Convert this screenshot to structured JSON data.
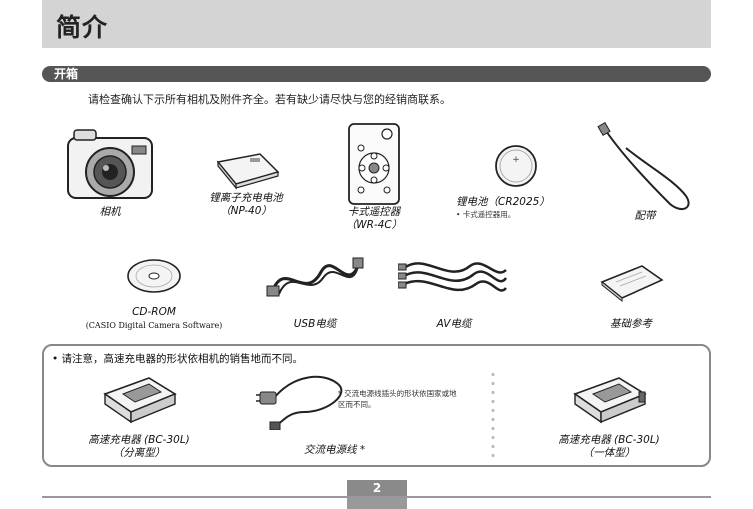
{
  "header": {
    "title": "简介"
  },
  "section": {
    "title": "开箱"
  },
  "intro": "请检查确认下示所有相机及附件齐全。若有缺少请尽快与您的经销商联系。",
  "items": [
    {
      "line1": "相机",
      "line2": ""
    },
    {
      "line1": "锂离子充电电池",
      "line2": "（NP-40）"
    },
    {
      "line1": "卡式遥控器",
      "line2": "（WR-4C）"
    },
    {
      "line1": "锂电池（CR2025）",
      "note": "• 卡式遥控器用。"
    },
    {
      "line1": "配带",
      "line2": ""
    },
    {
      "line1": "CD-ROM",
      "line2": "(CASIO Digital Camera Software)"
    },
    {
      "line1": "USB电缆",
      "line2": ""
    },
    {
      "line1": "AV电缆",
      "line2": ""
    },
    {
      "line1": "基础参考",
      "line2": ""
    }
  ],
  "charger_box": {
    "note": "• 请注意，高速充电器的形状依相机的销售地而不同。",
    "charger_a": {
      "line1": "高速充电器 (BC-30L)",
      "line2": "（分离型）"
    },
    "power_cord": {
      "label": "交流电源线 *",
      "footnote": "* 交流电源线插头的形状依国家或地区而不同。"
    },
    "charger_b": {
      "line1": "高速充电器 (BC-30L)",
      "line2": "（一体型）"
    }
  },
  "footer": {
    "page_number": "2"
  }
}
